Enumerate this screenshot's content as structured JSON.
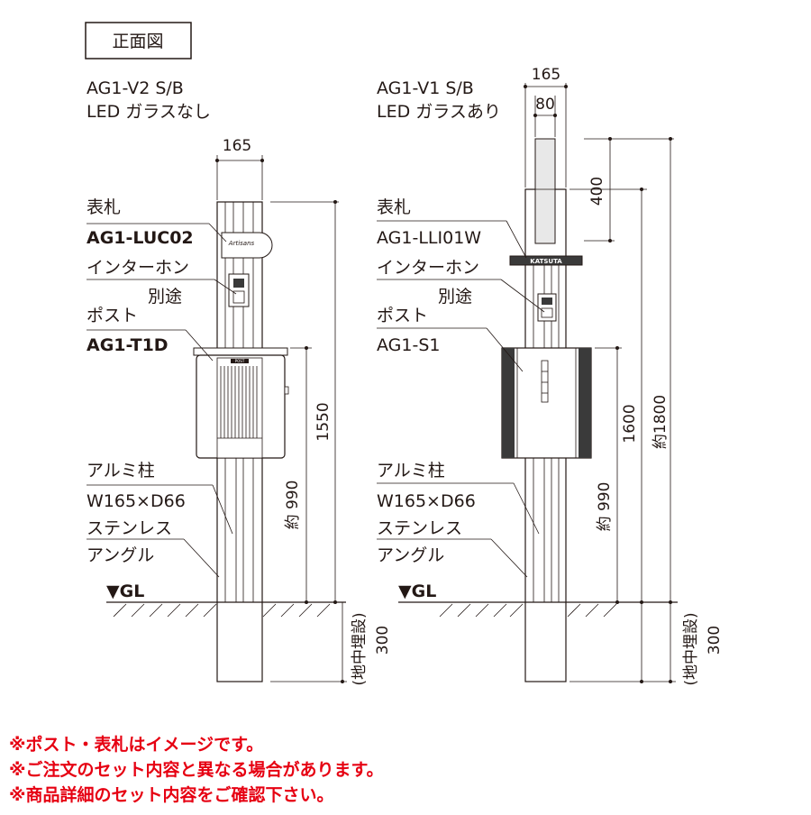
{
  "view_title": "正面図",
  "left": {
    "model": "AG1-V2 S/B",
    "variant": "LED ガラスなし",
    "width": "165",
    "nameplate_label": "表札",
    "nameplate_model": "AG1-LUC02",
    "interphone_label": "インターホン",
    "interphone_note": "別途",
    "post_label": "ポスト",
    "post_model": "AG1-T1D",
    "pillar_label": "アルミ柱",
    "pillar_size": "W165×D66",
    "angle_label1": "ステンレス",
    "angle_label2": "アングル",
    "height_total": "1550",
    "height_post": "約 990",
    "gl": "▼GL",
    "buried_label": "(地中埋設)",
    "buried_depth": "300",
    "post_plate_text": "POST",
    "nameplate_text": "Artisans"
  },
  "right": {
    "model": "AG1-V1 S/B",
    "variant": "LED ガラスあり",
    "width_outer": "165",
    "width_inner": "80",
    "height_glass": "400",
    "nameplate_label": "表札",
    "nameplate_model": "AG1-LLI01W",
    "interphone_label": "インターホン",
    "interphone_note": "別途",
    "post_label": "ポスト",
    "post_model": "AG1-S1",
    "pillar_label": "アルミ柱",
    "pillar_size": "W165×D66",
    "angle_label1": "ステンレス",
    "angle_label2": "アングル",
    "height_post_top": "1600",
    "height_total": "約1800",
    "height_post": "約 990",
    "gl": "▼GL",
    "buried_label": "(地中埋設)",
    "buried_depth": "300",
    "nameplate_text": "KATSUTA"
  },
  "notes": [
    "※ポスト・表札はイメージです。",
    "※ご注文のセット内容と異なる場合があります。",
    "※商品詳細のセット内容をご確認下さい。"
  ],
  "colors": {
    "line": "#231815",
    "note": "#e60012",
    "post_dark": "#3a3a3a"
  }
}
